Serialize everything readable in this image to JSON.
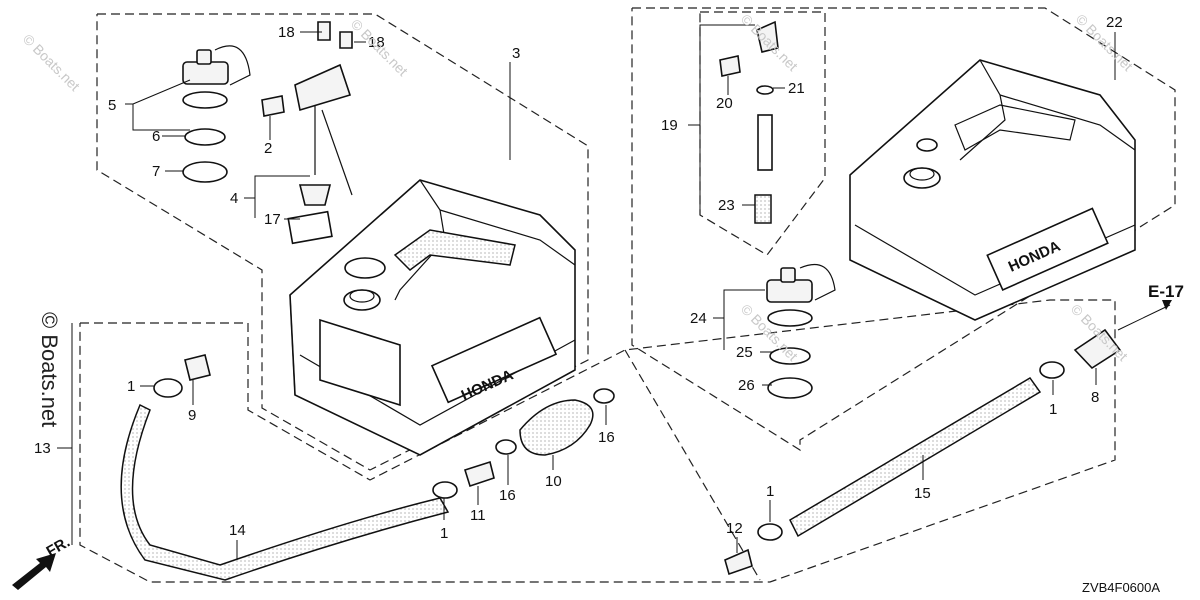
{
  "labels": {
    "p1": "1",
    "p2": "2",
    "p3": "3",
    "p4": "4",
    "p5": "5",
    "p6": "6",
    "p7": "7",
    "p8": "8",
    "p9": "9",
    "p10": "10",
    "p11": "11",
    "p12": "12",
    "p13": "13",
    "p14": "14",
    "p15": "15",
    "p16": "16",
    "p17": "17",
    "p18": "18",
    "p19": "19",
    "p20": "20",
    "p21": "21",
    "p22": "22",
    "p23": "23",
    "p24": "24",
    "p25": "25",
    "p26": "26"
  },
  "reference": "E-17",
  "front_marker": "FR.",
  "drawing_code": "ZVB4F0600A",
  "brand": "HONDA",
  "watermark": "© Boats.net"
}
